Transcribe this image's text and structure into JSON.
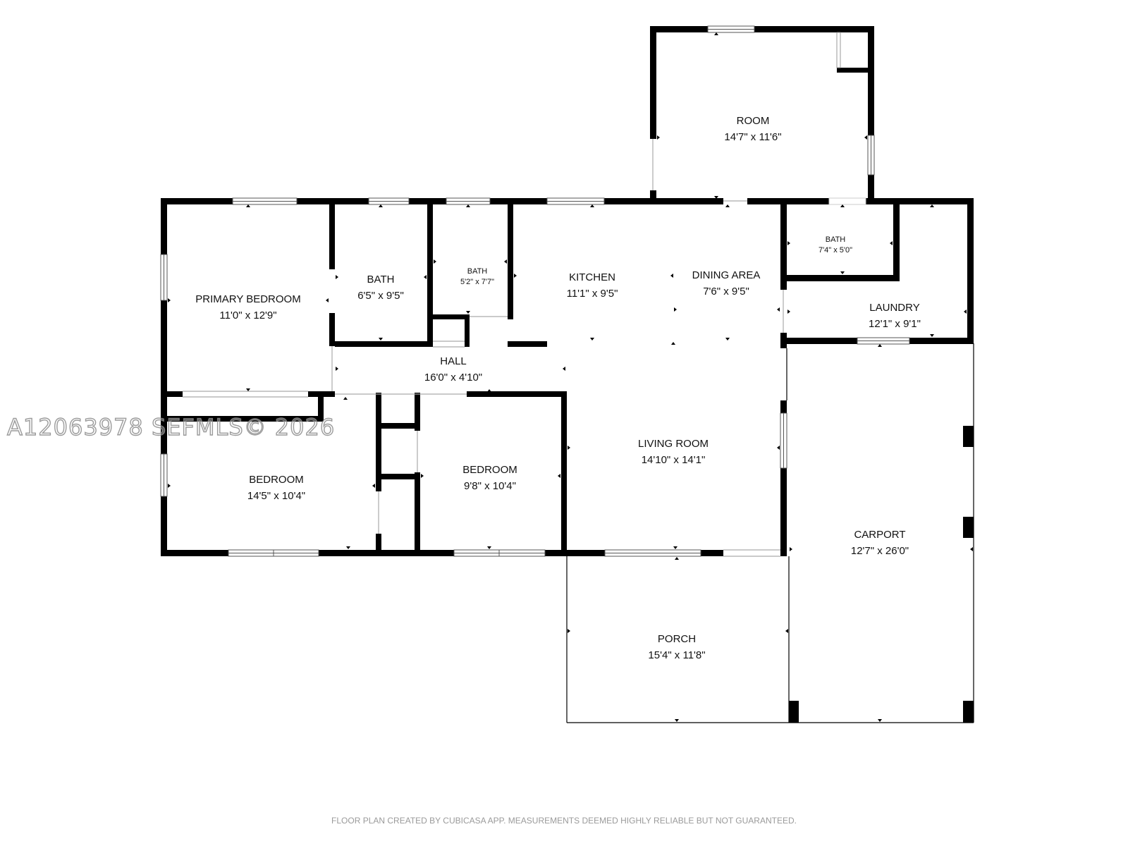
{
  "rooms": {
    "room": {
      "name": "ROOM",
      "dims": "14'7\" x 11'6\""
    },
    "primary_bedroom": {
      "name": "PRIMARY BEDROOM",
      "dims": "11'0\" x 12'9\""
    },
    "bath_1": {
      "name": "BATH",
      "dims": "6'5\" x 9'5\""
    },
    "bath_2": {
      "name": "BATH",
      "dims": "5'2\" x 7'7\""
    },
    "kitchen": {
      "name": "KITCHEN",
      "dims": "11'1\" x 9'5\""
    },
    "dining_area": {
      "name": "DINING AREA",
      "dims": "7'6\" x 9'5\""
    },
    "bath_3": {
      "name": "BATH",
      "dims": "7'4\" x 5'0\""
    },
    "laundry": {
      "name": "LAUNDRY",
      "dims": "12'1\" x 9'1\""
    },
    "hall": {
      "name": "HALL",
      "dims": "16'0\" x 4'10\""
    },
    "bedroom_1": {
      "name": "BEDROOM",
      "dims": "14'5\" x 10'4\""
    },
    "bedroom_2": {
      "name": "BEDROOM",
      "dims": "9'8\" x 10'4\""
    },
    "living_room": {
      "name": "LIVING ROOM",
      "dims": "14'10\" x 14'1\""
    },
    "carport": {
      "name": "CARPORT",
      "dims": "12'7\" x 26'0\""
    },
    "porch": {
      "name": "PORCH",
      "dims": "15'4\" x 11'8\""
    }
  },
  "watermark": "A12063978 SEFMLS© 2026",
  "footer": "FLOOR PLAN CREATED BY CUBICASA APP. MEASUREMENTS DEEMED HIGHLY RELIABLE BUT NOT GUARANTEED."
}
